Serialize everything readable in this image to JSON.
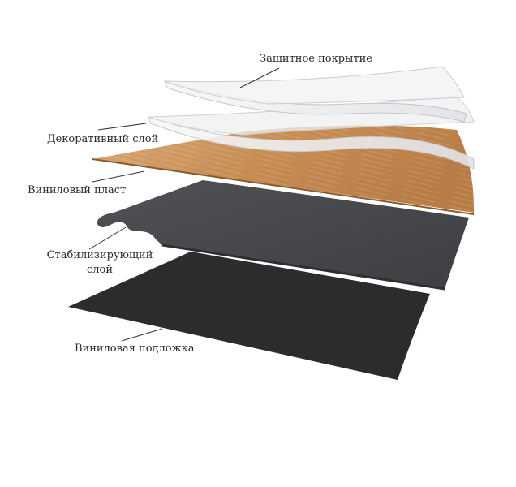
{
  "layers": {
    "protective": {
      "label": "Защитное покрытие"
    },
    "decorative": {
      "label": "Декоративный слой"
    },
    "vinyl": {
      "label": "Виниловый пласт"
    },
    "stabilizing": {
      "label_line1": "Стабилизирующий",
      "label_line2": "слой"
    },
    "backing": {
      "label": "Виниловая подложка"
    }
  },
  "colors": {
    "backing": "#2b2c2e",
    "stabilizing": "#4a4b4d",
    "wood_light": "#d9a872",
    "wood_dark": "#b9804a",
    "film": "#e9eaec",
    "leader": "#333333"
  }
}
